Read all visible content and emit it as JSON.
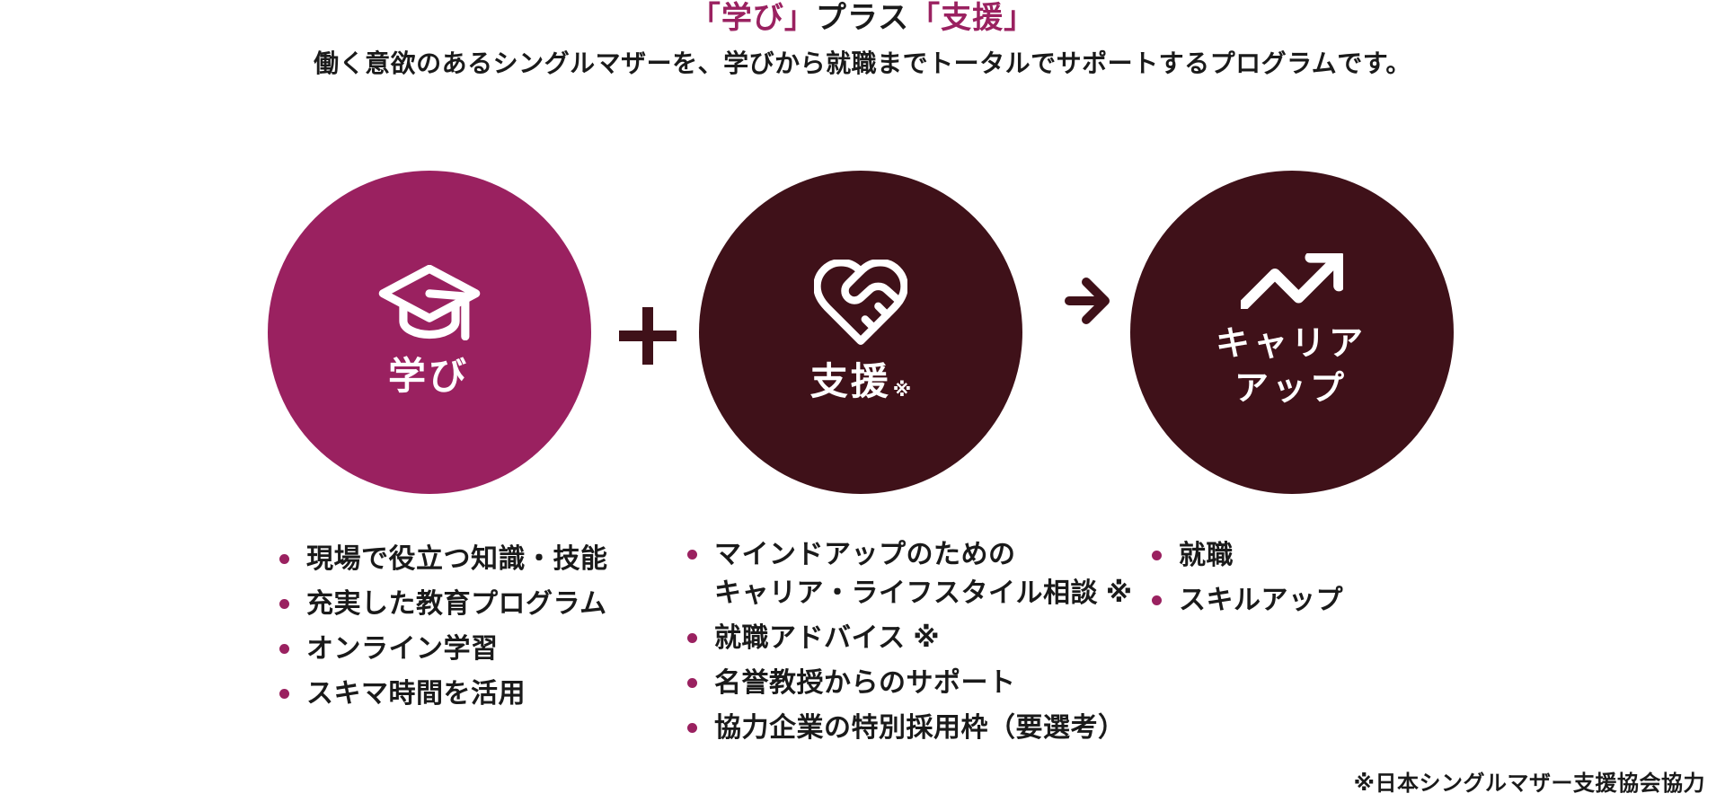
{
  "colors": {
    "accent_magenta": "#9A2160",
    "dark_maroon": "#3F1119",
    "text": "#1A1A1A",
    "background": "#FFFFFF",
    "icon_white": "#FFFFFF"
  },
  "header": {
    "title_accent_left": "「学び」",
    "title_middle": "プラス",
    "title_accent_right": "「支援」",
    "subtitle": "働く意欲のあるシングルマザーを、学びから就職までトータルでサポートするプログラムです。"
  },
  "steps": [
    {
      "label": "学び",
      "note": "",
      "icon": "graduation-cap-icon",
      "circle_color": "#9A2160",
      "items": [
        "現場で役立つ知識・技能",
        "充実した教育プログラム",
        "オンライン学習",
        "スキマ時間を活用"
      ]
    },
    {
      "label": "支援",
      "note": "※",
      "icon": "heart-handshake-icon",
      "circle_color": "#3F1119",
      "items": [
        "マインドアップのための\nキャリア・ライフスタイル相談 ※",
        "就職アドバイス ※",
        "名誉教授からのサポート",
        "協力企業の特別採用枠（要選考）"
      ]
    },
    {
      "label": "キャリア\nアップ",
      "note": "",
      "icon": "trending-up-icon",
      "circle_color": "#3F1119",
      "items": [
        "就職",
        "スキルアップ"
      ]
    }
  ],
  "connectors": {
    "plus": "＋",
    "arrow": "→"
  },
  "footnote": "※日本シングルマザー支援協会協力"
}
